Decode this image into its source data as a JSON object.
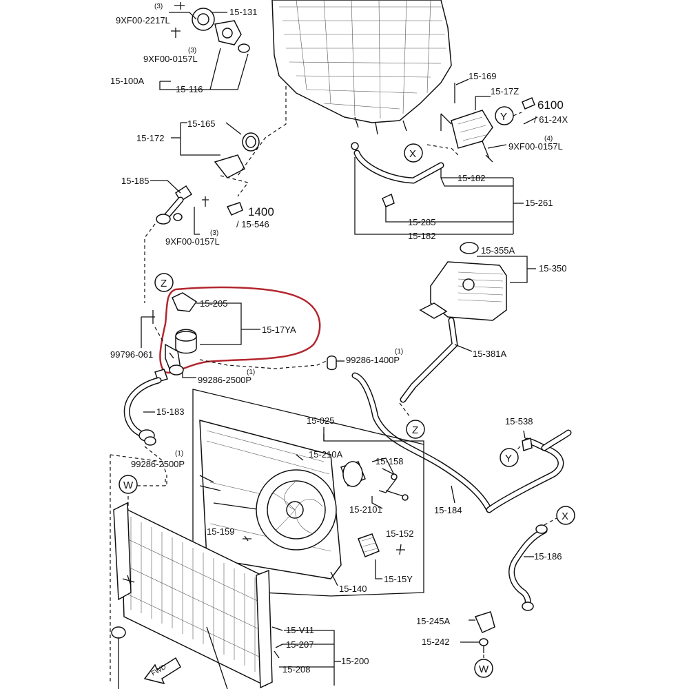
{
  "labels": {
    "p9xf00_2217l": "9XF00-2217L",
    "p15_131": "15-131",
    "p9xf00_0157l_a": "9XF00-0157L",
    "p15_100a": "15-100A",
    "p15_116": "15-116",
    "p15_165": "15-165",
    "p15_172": "15-172",
    "p15_185": "15-185",
    "p1400": "1400",
    "p15_546": "/ 15-546",
    "p9xf00_0157l_b": "9XF00-0157L",
    "p15_169": "15-169",
    "p15_17z": "15-17Z",
    "p6100": "6100",
    "p61_24x": "/ 61-24X",
    "p9xf00_0157l_c": "9XF00-0157L",
    "p15_182_a": "15-182",
    "p15_261": "15-261",
    "p15_285": "15-285",
    "p15_182_b": "15-182",
    "p15_355a": "15-355A",
    "p15_350": "15-350",
    "p15_205": "15-205",
    "p15_17ya": "15-17YA",
    "p99796_061": "99796-061",
    "p99286_1400p": "99286-1400P",
    "p15_381a": "15-381A",
    "p99286_2500p_a": "99286-2500P",
    "p15_183": "15-183",
    "p15_025": "15-025",
    "p15_538": "15-538",
    "p99286_2500p_b": "99286-2500P",
    "p15_210a": "15-210A",
    "p15_158": "15-158",
    "p15_2101": "15-2101",
    "p15_184": "15-184",
    "p15_159": "15-159",
    "p15_152": "15-152",
    "p15_15y": "15-15Y",
    "p15_186": "15-186",
    "p15_140": "15-140",
    "p15_245a": "15-245A",
    "p15_242": "15-242",
    "p15_v11": "15-V11",
    "p15_207": "15-207",
    "p15_200": "15-200",
    "p15_208": "15-208",
    "fwd": "FWD"
  },
  "qty": {
    "q3a": "(3)",
    "q3b": "(3)",
    "q3c": "(3)",
    "q4": "(4)",
    "q1a": "(1)",
    "q1b": "(1)",
    "q1c": "(1)"
  },
  "refs": {
    "x1": "X",
    "y1": "Y",
    "z1": "Z",
    "z2": "Z",
    "y2": "Y",
    "w1": "W",
    "x2": "X",
    "w2": "W"
  },
  "colors": {
    "highlight": "#b3262e",
    "ink": "#111111"
  }
}
